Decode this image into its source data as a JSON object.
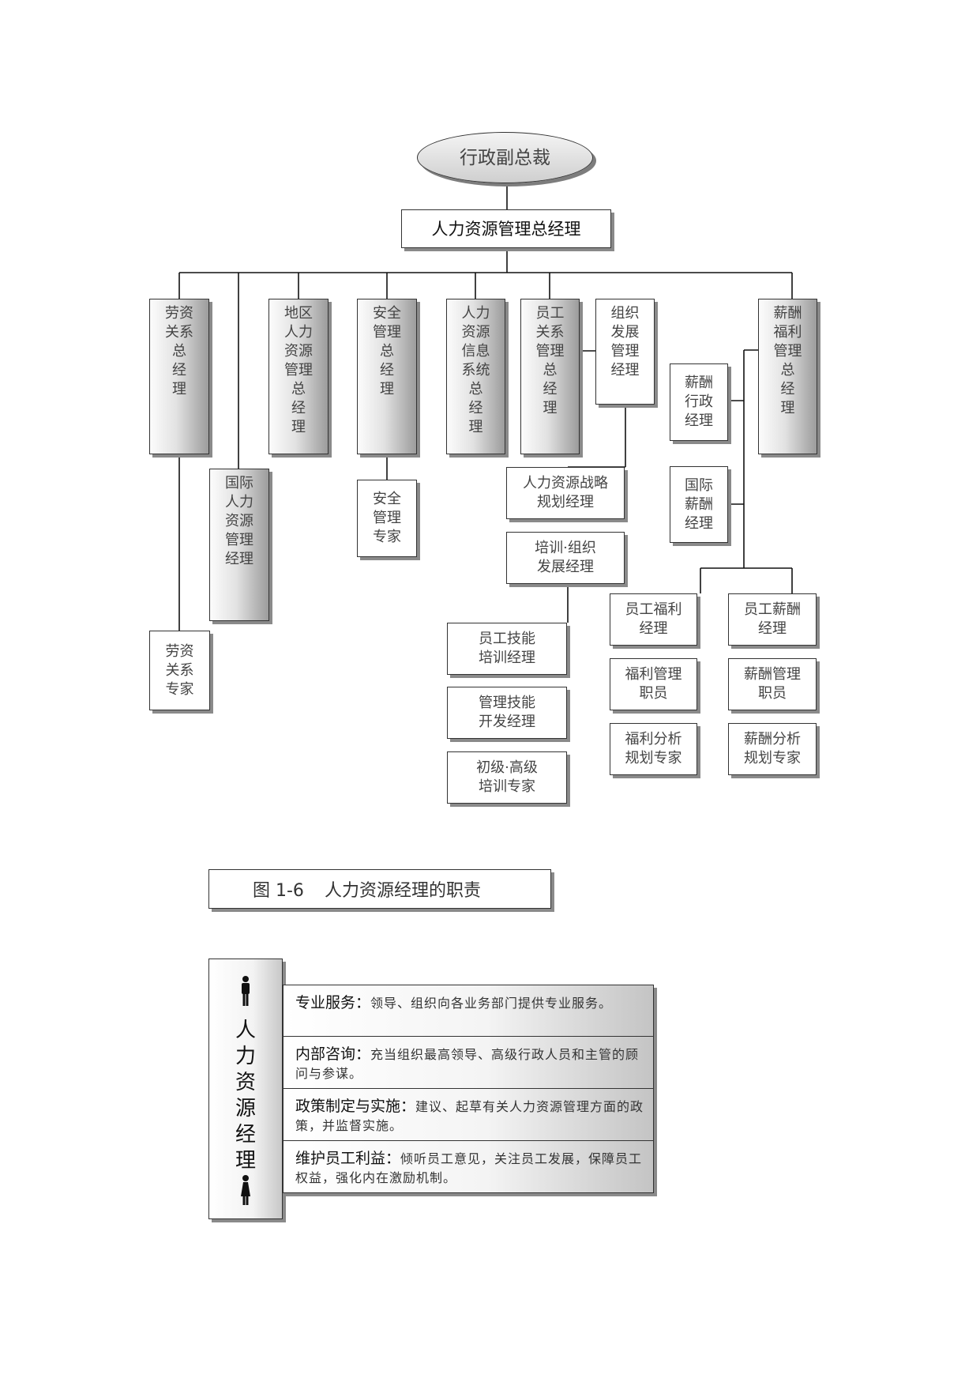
{
  "org_chart": {
    "top": "行政副总裁",
    "gm": "人力资源管理总经理",
    "labor_relations_gm": "劳资\n关系\n总\n经\n理",
    "intl_hr_mgr": "国际\n人力\n资源\n管理\n经理",
    "labor_relations_expert": "劳资\n关系\n专家",
    "regional_hr_gm": "地区\n人力\n资源\n管理\n总\n经\n理",
    "safety_gm": "安全\n管理\n总\n经\n理",
    "safety_expert": "安全\n管理\n专家",
    "hris_gm": "人力\n资源\n信息\n系统\n总\n经\n理",
    "employee_relations_gm": "员工\n关系\n管理\n总\n经\n理",
    "org_dev_mgr": "组织\n发展\n管理\n经理",
    "hr_strategy_mgr": "人力资源战略\n规划经理",
    "training_org_mgr": "培训·组织\n发展经理",
    "skills_training_mgr": "员工技能\n培训经理",
    "mgmt_skills_mgr": "管理技能\n开发经理",
    "junior_senior_expert": "初级·高级\n培训专家",
    "comp_admin_mgr": "薪酬\n行政\n经理",
    "intl_comp_mgr": "国际\n薪酬\n经理",
    "comp_benefits_gm": "薪酬\n福利\n管理\n总\n经\n理",
    "benefits_mgr": "员工福利\n经理",
    "benefits_staff": "福利管理\n职员",
    "benefits_analyst": "福利分析\n规划专家",
    "salary_mgr": "员工薪酬\n经理",
    "salary_staff": "薪酬管理\n职员",
    "salary_analyst": "薪酬分析\n规划专家"
  },
  "caption": {
    "number": "图 1-6",
    "title": "人力资源经理的职责"
  },
  "role": {
    "title": "人力资源经理",
    "icon": "person-icon",
    "duties": [
      {
        "term": "专业服务：",
        "desc": "领导、组织向各业务部门提供专业服务。"
      },
      {
        "term": "内部咨询：",
        "desc": "充当组织最高领导、高级行政人员和主管的顾问与参谋。"
      },
      {
        "term": "政策制定与实施：",
        "desc": "建议、起草有关人力资源管理方面的政策，并监督实施。"
      },
      {
        "term": "维护员工利益：",
        "desc": "倾听员工意见，关注员工发展，保障员工权益，强化内在激励机制。"
      }
    ]
  }
}
